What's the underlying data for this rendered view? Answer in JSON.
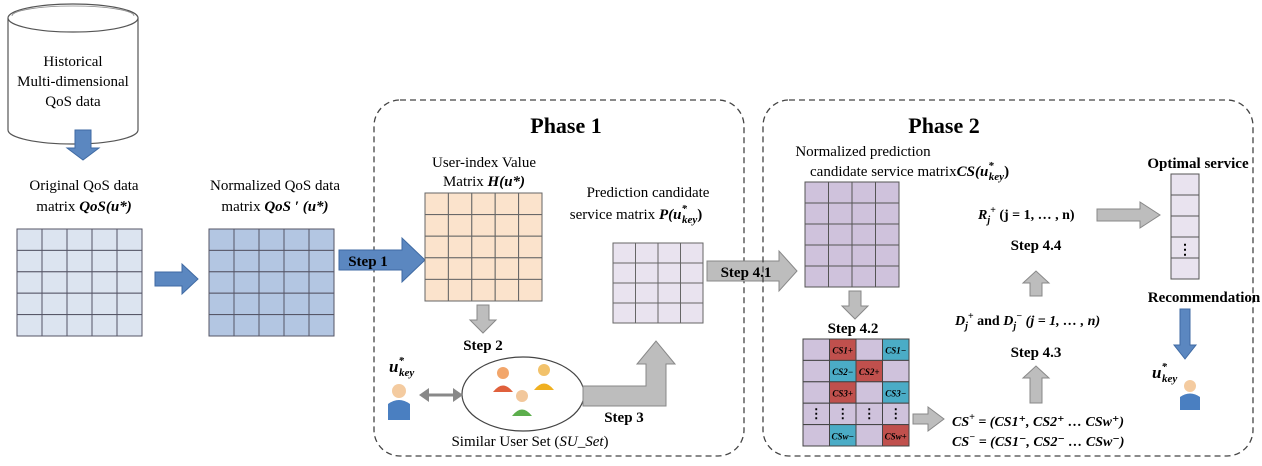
{
  "database": {
    "line1": "Historical",
    "line2": "Multi-dimensional",
    "line3": "QoS data"
  },
  "original_matrix": {
    "line1": "Original QoS data",
    "line2": "matrix ",
    "symbol": "QoS(u*)"
  },
  "normalized_matrix": {
    "line1": "Normalized QoS data",
    "line2": "matrix ",
    "symbol": "QoS ′ (u*)"
  },
  "phase1": {
    "title": "Phase 1",
    "uiv_line1": "User-index Value",
    "uiv_line2": "Matrix ",
    "uiv_symbol": "H(u*)",
    "pred_line1": "Prediction candidate",
    "pred_line2": "service matrix ",
    "pred_symbol": "P(u",
    "pred_sup": "*",
    "pred_sub": "key",
    "pred_close": ")",
    "similar_set": "Similar User Set (",
    "similar_set_it": "SU_Set",
    "similar_set_close": ")"
  },
  "phase2": {
    "title": "Phase 2",
    "norm_line1": "Normalized prediction",
    "norm_line2": "candidate service matrix",
    "norm_symbol": "CS(u",
    "norm_sup": "*",
    "norm_sub": "key",
    "norm_close": ")",
    "rj": "R",
    "rj_sub": "j",
    "rj_sup": "+",
    "rj_range": " (j = 1, … , n)",
    "dj_main": "D",
    "dj_sub": "j",
    "dj_plus": "+",
    "dj_and": "  and  ",
    "dj_minus": "−",
    "dj_range": " (j = 1, … , n)",
    "cs_plus_eq": "CS",
    "cs_plus_rhs": " = (CS1⁺, CS2⁺ … CSw⁺)",
    "cs_minus_rhs": " = (CS1⁻, CS2⁻ … CSw⁻)",
    "grid_cells": {
      "r0c1": "CS1+",
      "r0c3": "CS1−",
      "r1c1": "CS2−",
      "r1c2": "CS2+",
      "r2c1": "CS3+",
      "r2c3": "CS3−",
      "dots": "⋮",
      "r4c1": "CSw−",
      "r4c3": "CSw+"
    }
  },
  "steps": {
    "s1": "Step 1",
    "s2": "Step 2",
    "s3": "Step 3",
    "s41": "Step 4.1",
    "s42": "Step 4.2",
    "s43": "Step 4.3",
    "s44": "Step 4.4"
  },
  "optimal": {
    "title": "Optimal service",
    "dots": "⋮",
    "recommendation": "Recommendation"
  },
  "user_key": {
    "base": "u",
    "sup": "*",
    "sub": "key"
  },
  "colors": {
    "arrow_blue": "#5b87c0",
    "arrow_gray": "#bdbdbd",
    "grid_blue_light": "#dce4f0",
    "grid_blue": "#b3c6e2",
    "grid_orange": "#fbe3cc",
    "grid_purple_light": "#e9e3ef",
    "grid_purple": "#cfc2dc",
    "cell_red": "#c0504d",
    "cell_teal": "#4bacc6"
  }
}
